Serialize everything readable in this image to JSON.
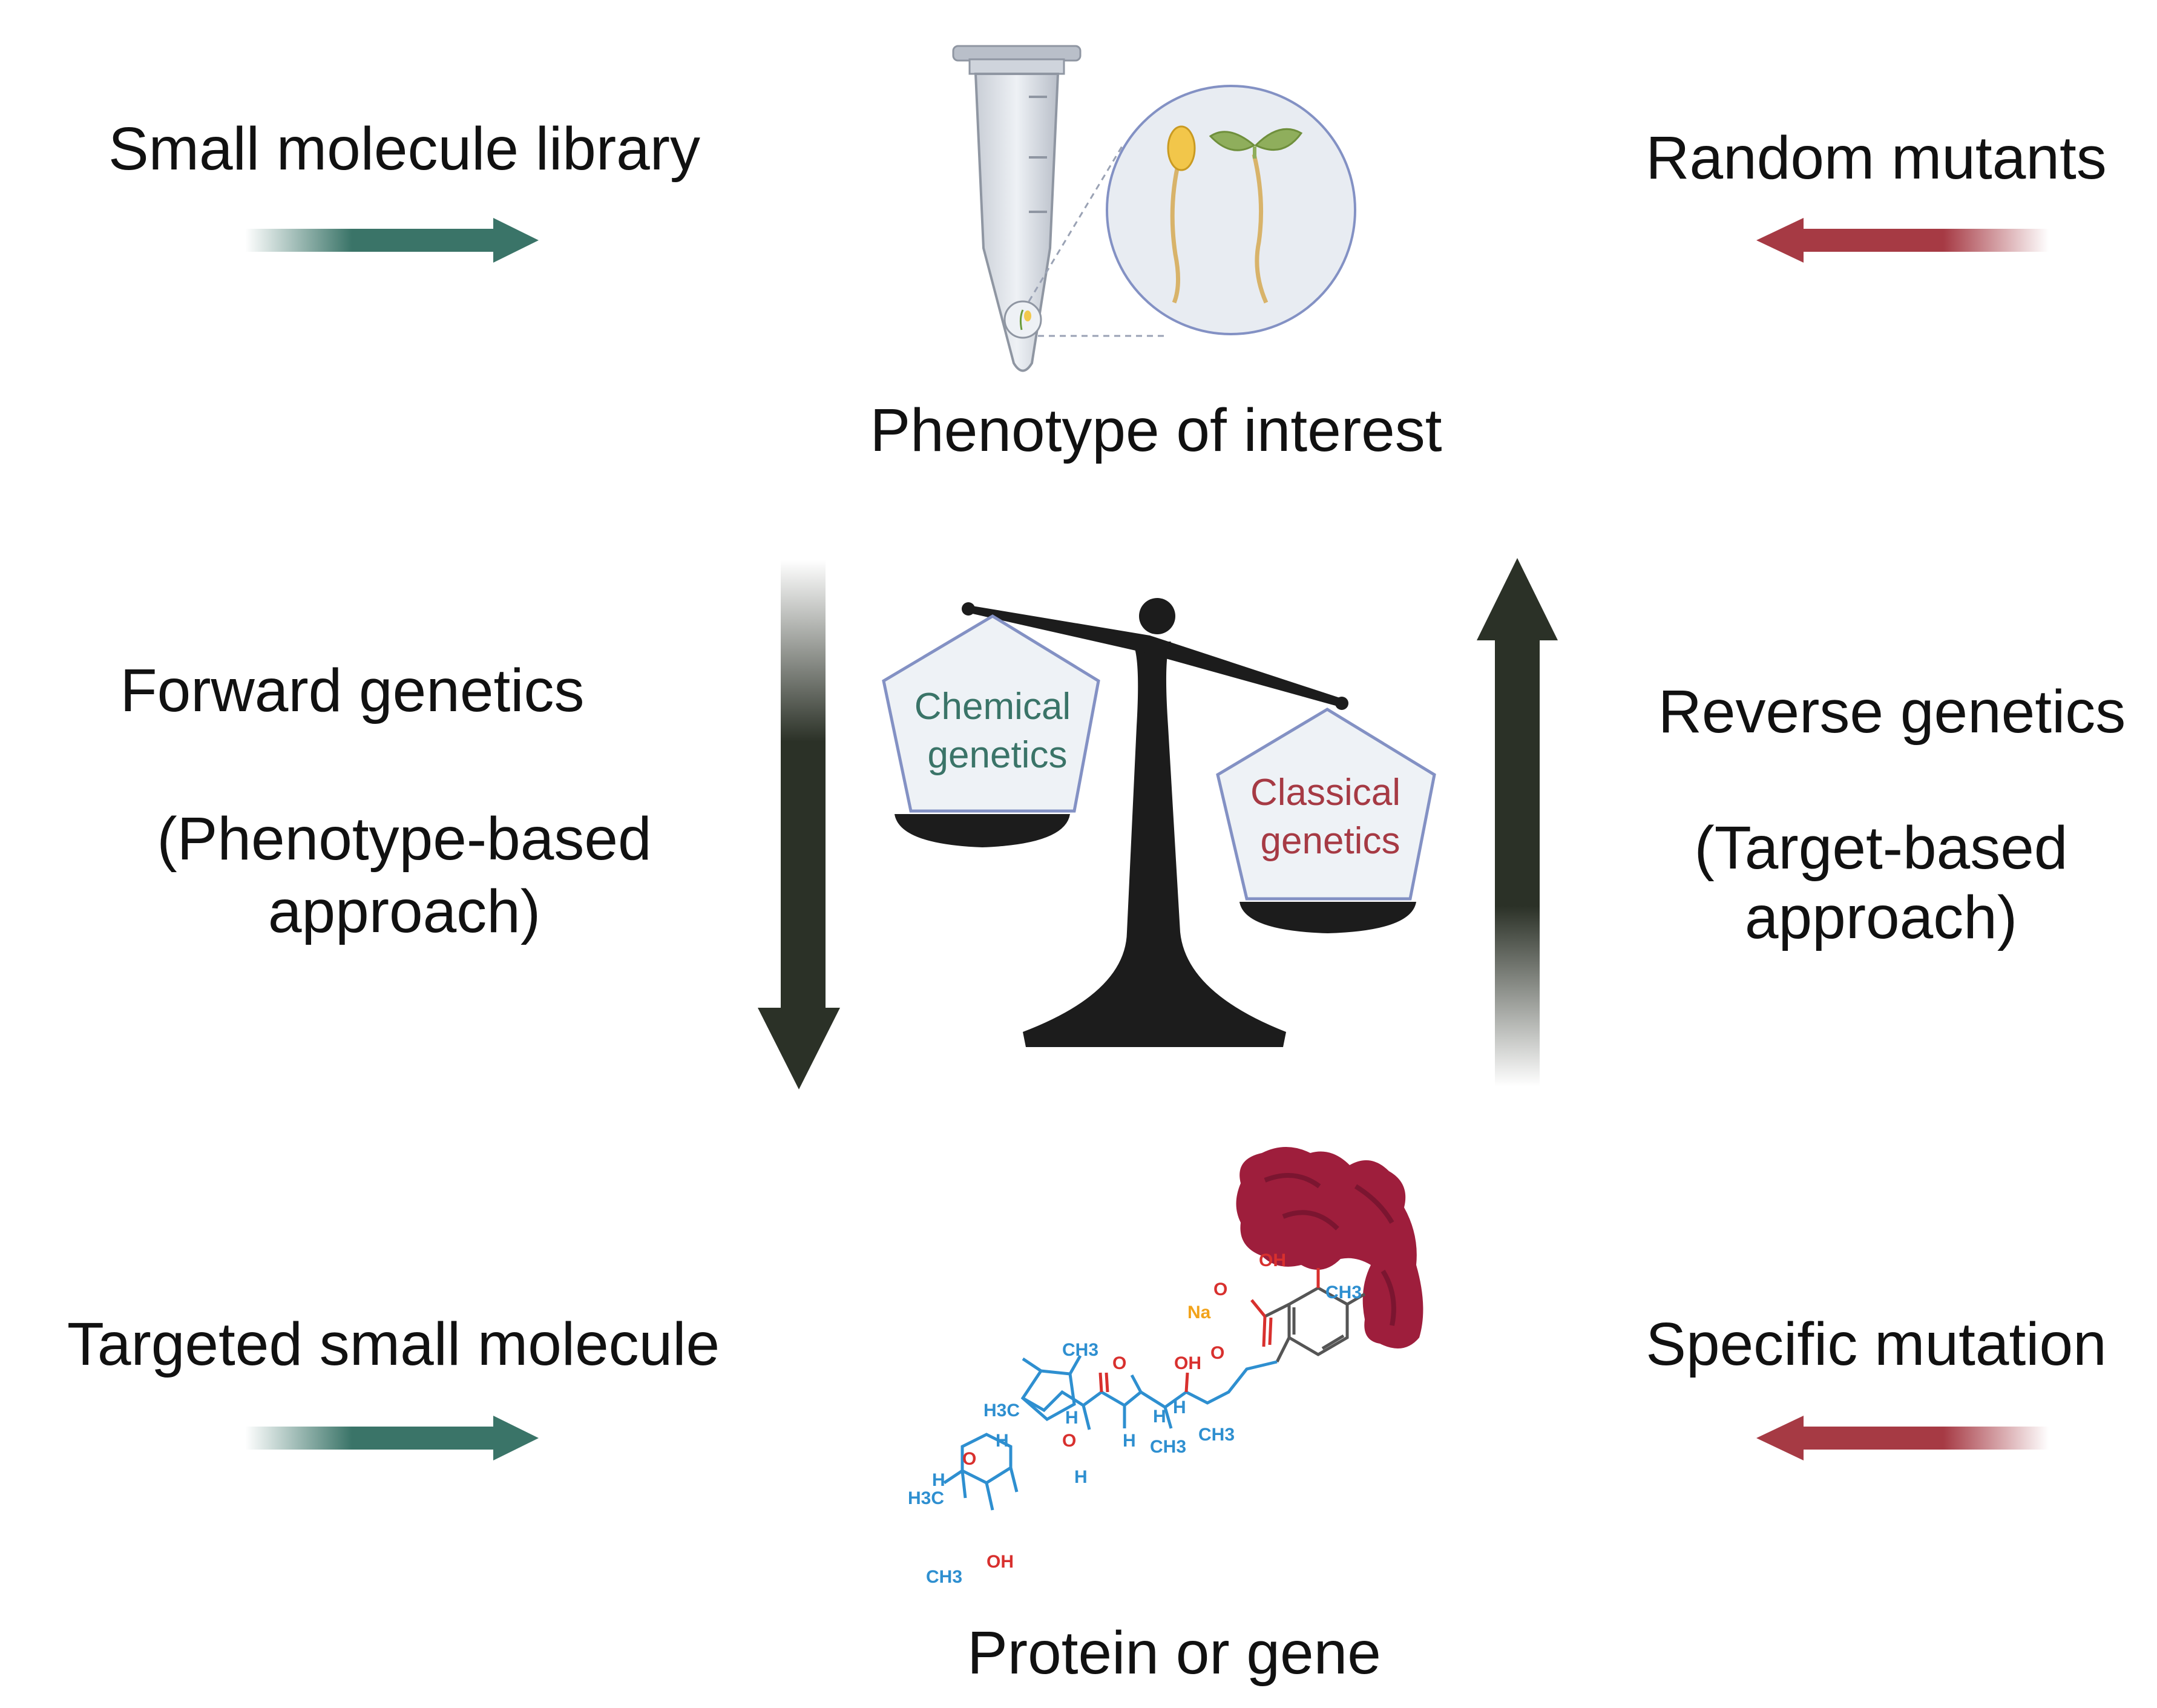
{
  "labels": {
    "top_left": "Small molecule library",
    "top_right": "Random mutants",
    "top_center": "Phenotype of interest",
    "mid_left_title": "Forward genetics",
    "mid_left_sub_1": "(Phenotype-based",
    "mid_left_sub_2": "approach)",
    "mid_right_title": "Reverse genetics",
    "mid_right_sub_1": "(Target-based",
    "mid_right_sub_2": "approach)",
    "bottom_left": "Targeted small molecule",
    "bottom_right": "Specific mutation",
    "bottom_center": "Protein or gene"
  },
  "scale": {
    "left_pan_line1": "Chemical",
    "left_pan_line2": "genetics",
    "right_pan_line1": "Classical",
    "right_pan_line2": "genetics"
  },
  "molecule": {
    "atoms": [
      "OH",
      "CH3",
      "O",
      "O",
      "Na",
      "OH",
      "O",
      "CH3",
      "H",
      "H",
      "H",
      "CH3",
      "H3C",
      "H",
      "O",
      "O",
      "H",
      "H3C",
      "CH3",
      "OH",
      "H",
      "H",
      "CH3"
    ]
  },
  "colors": {
    "chemical_teal": "#3a7468",
    "classical_red": "#a63a44",
    "dark_arrow": "#2b3127",
    "scale_black": "#1c1c1c",
    "pentagon_fill": "#eef2f6",
    "pentagon_stroke": "#8391c4",
    "protein": "#9e1e3c",
    "molecule_blue": "#2e8fd0",
    "molecule_red": "#d8302e",
    "sodium": "#f2a31b"
  },
  "icons": [
    "microtube-icon",
    "seedling-icon",
    "balance-scale-icon",
    "protein-icon",
    "molecule-structure-icon"
  ]
}
